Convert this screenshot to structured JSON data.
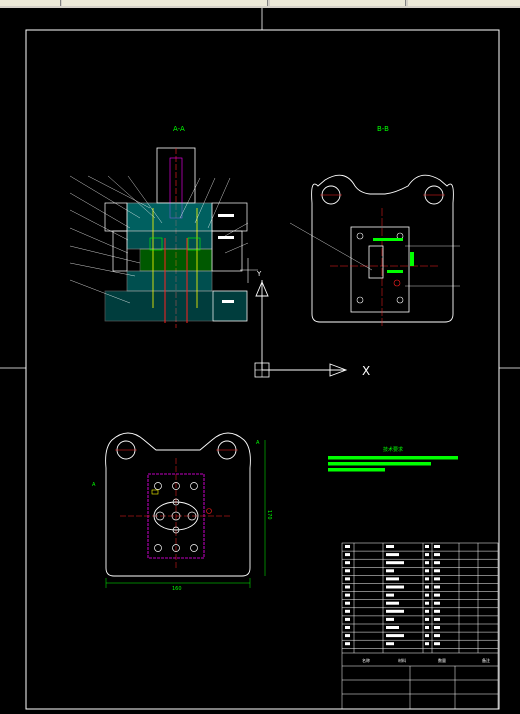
{
  "titles": {
    "section_a": "A-A",
    "section_b": "B-B"
  },
  "axes": {
    "x_label": "X",
    "y_label": "Y"
  },
  "dimensions": {
    "width_label": "160",
    "height_label": "170",
    "view_mark": "A"
  },
  "notes": {
    "heading": "技术要求"
  },
  "title_block": {
    "cells": [
      "名称",
      "材料",
      "数量",
      "备注"
    ]
  },
  "colors": {
    "outline": "#ffffff",
    "cyan": "#00ffff",
    "red": "#ff2020",
    "green": "#00ff00",
    "magenta": "#ff00ff",
    "yellow": "#ffff00"
  }
}
